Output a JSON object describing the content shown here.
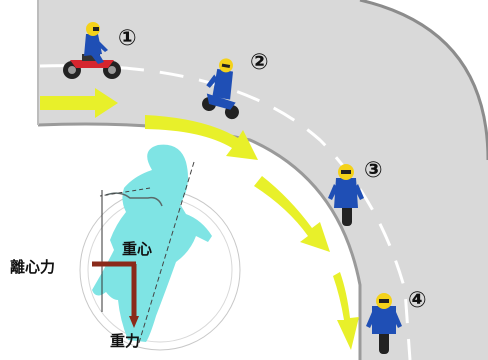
{
  "steps": [
    "①",
    "②",
    "③",
    "④"
  ],
  "force_diagram": {
    "centrifugal_label": "離心力",
    "center_of_gravity_label": "重心",
    "gravity_label": "重力"
  },
  "colors": {
    "road": "#d9d9d9",
    "road_edge": "#8c8c8c",
    "arrow": "#e8f02a",
    "rider_silhouette": "#7fe4e4",
    "force_line": "#8a2a1a",
    "bike_red": "#d6252e",
    "rider_blue": "#1f4fb5",
    "helmet_yellow": "#f4d21a"
  }
}
